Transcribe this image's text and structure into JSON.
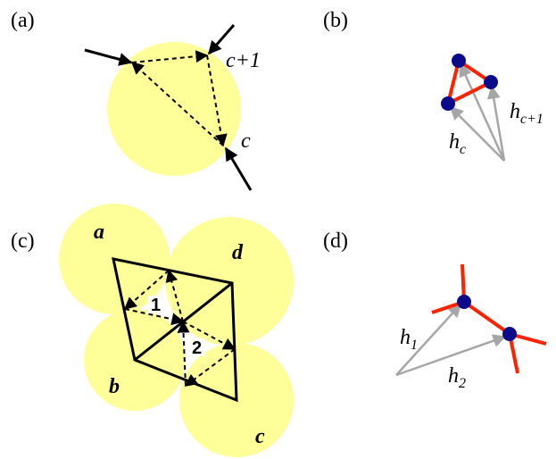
{
  "panels": {
    "a": {
      "tag": "(a)",
      "labels": {
        "c_plus_1": "c+1",
        "c": "c"
      }
    },
    "b": {
      "tag": "(b)",
      "labels": {
        "h_c1_base": "h",
        "h_c1_sub": "c+1",
        "h_c_base": "h",
        "h_c_sub": "c"
      }
    },
    "c": {
      "tag": "(c)",
      "labels": {
        "a": "a",
        "b": "b",
        "c": "c",
        "d": "d",
        "tri1": "1",
        "tri2": "2"
      }
    },
    "d": {
      "tag": "(d)",
      "labels": {
        "h1_base": "h",
        "h1_sub": "1",
        "h2_base": "h",
        "h2_sub": "2"
      }
    }
  },
  "colors": {
    "disk": "#ffff99",
    "bond": "#ff2200",
    "node": "#0a0a8a",
    "vector": "#a6a6a6",
    "ink": "#000000"
  }
}
